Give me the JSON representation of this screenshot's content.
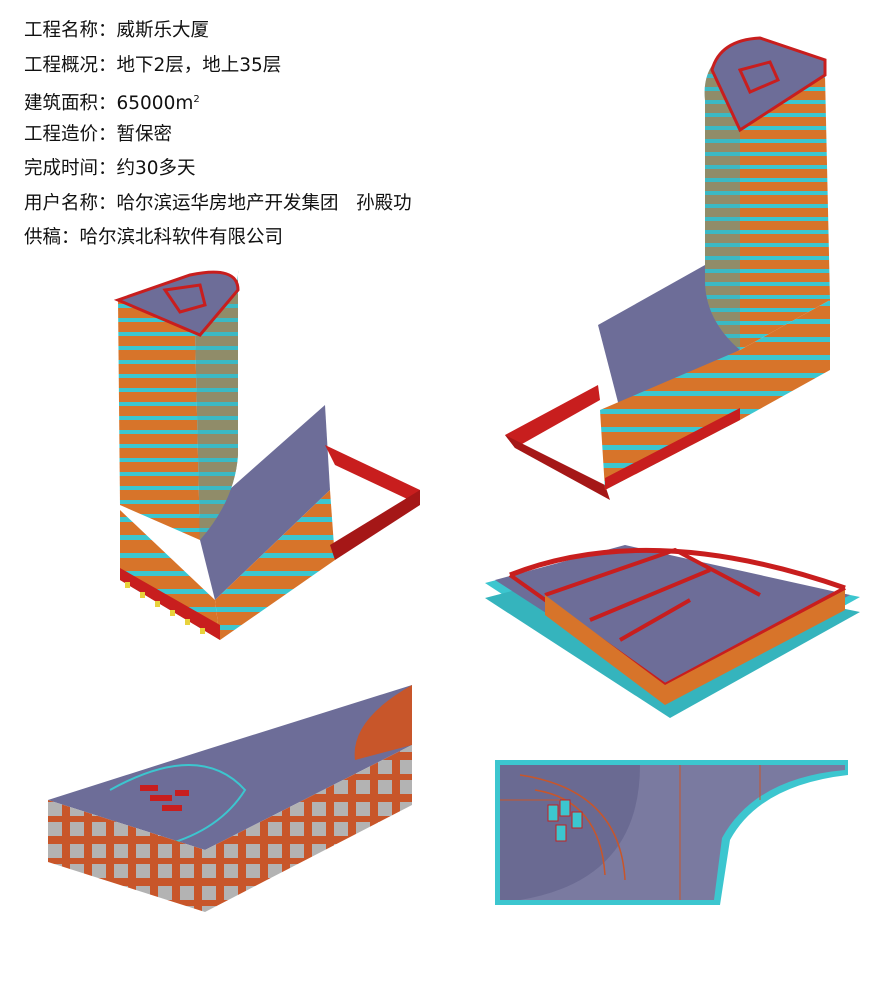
{
  "info": {
    "project_name": "工程名称：威斯乐大厦",
    "overview": "工程概况：地下2层，地上35层",
    "area_prefix": "建筑面积：65000m",
    "area_sup": "2",
    "cost": "工程造价：暂保密",
    "completion": "完成时间：约30多天",
    "client": "用户名称：哈尔滨运华房地产开发集团   孙殿功",
    "supplier": "供稿：哈尔滨北科软件有限公司"
  },
  "colors": {
    "slab": "#7a7aa0",
    "slab_dark": "#6a6a92",
    "beam_red": "#c81e1e",
    "column_orange": "#d7742a",
    "edge_cyan": "#3cc6cf",
    "footing_yellow": "#e8d23c"
  }
}
